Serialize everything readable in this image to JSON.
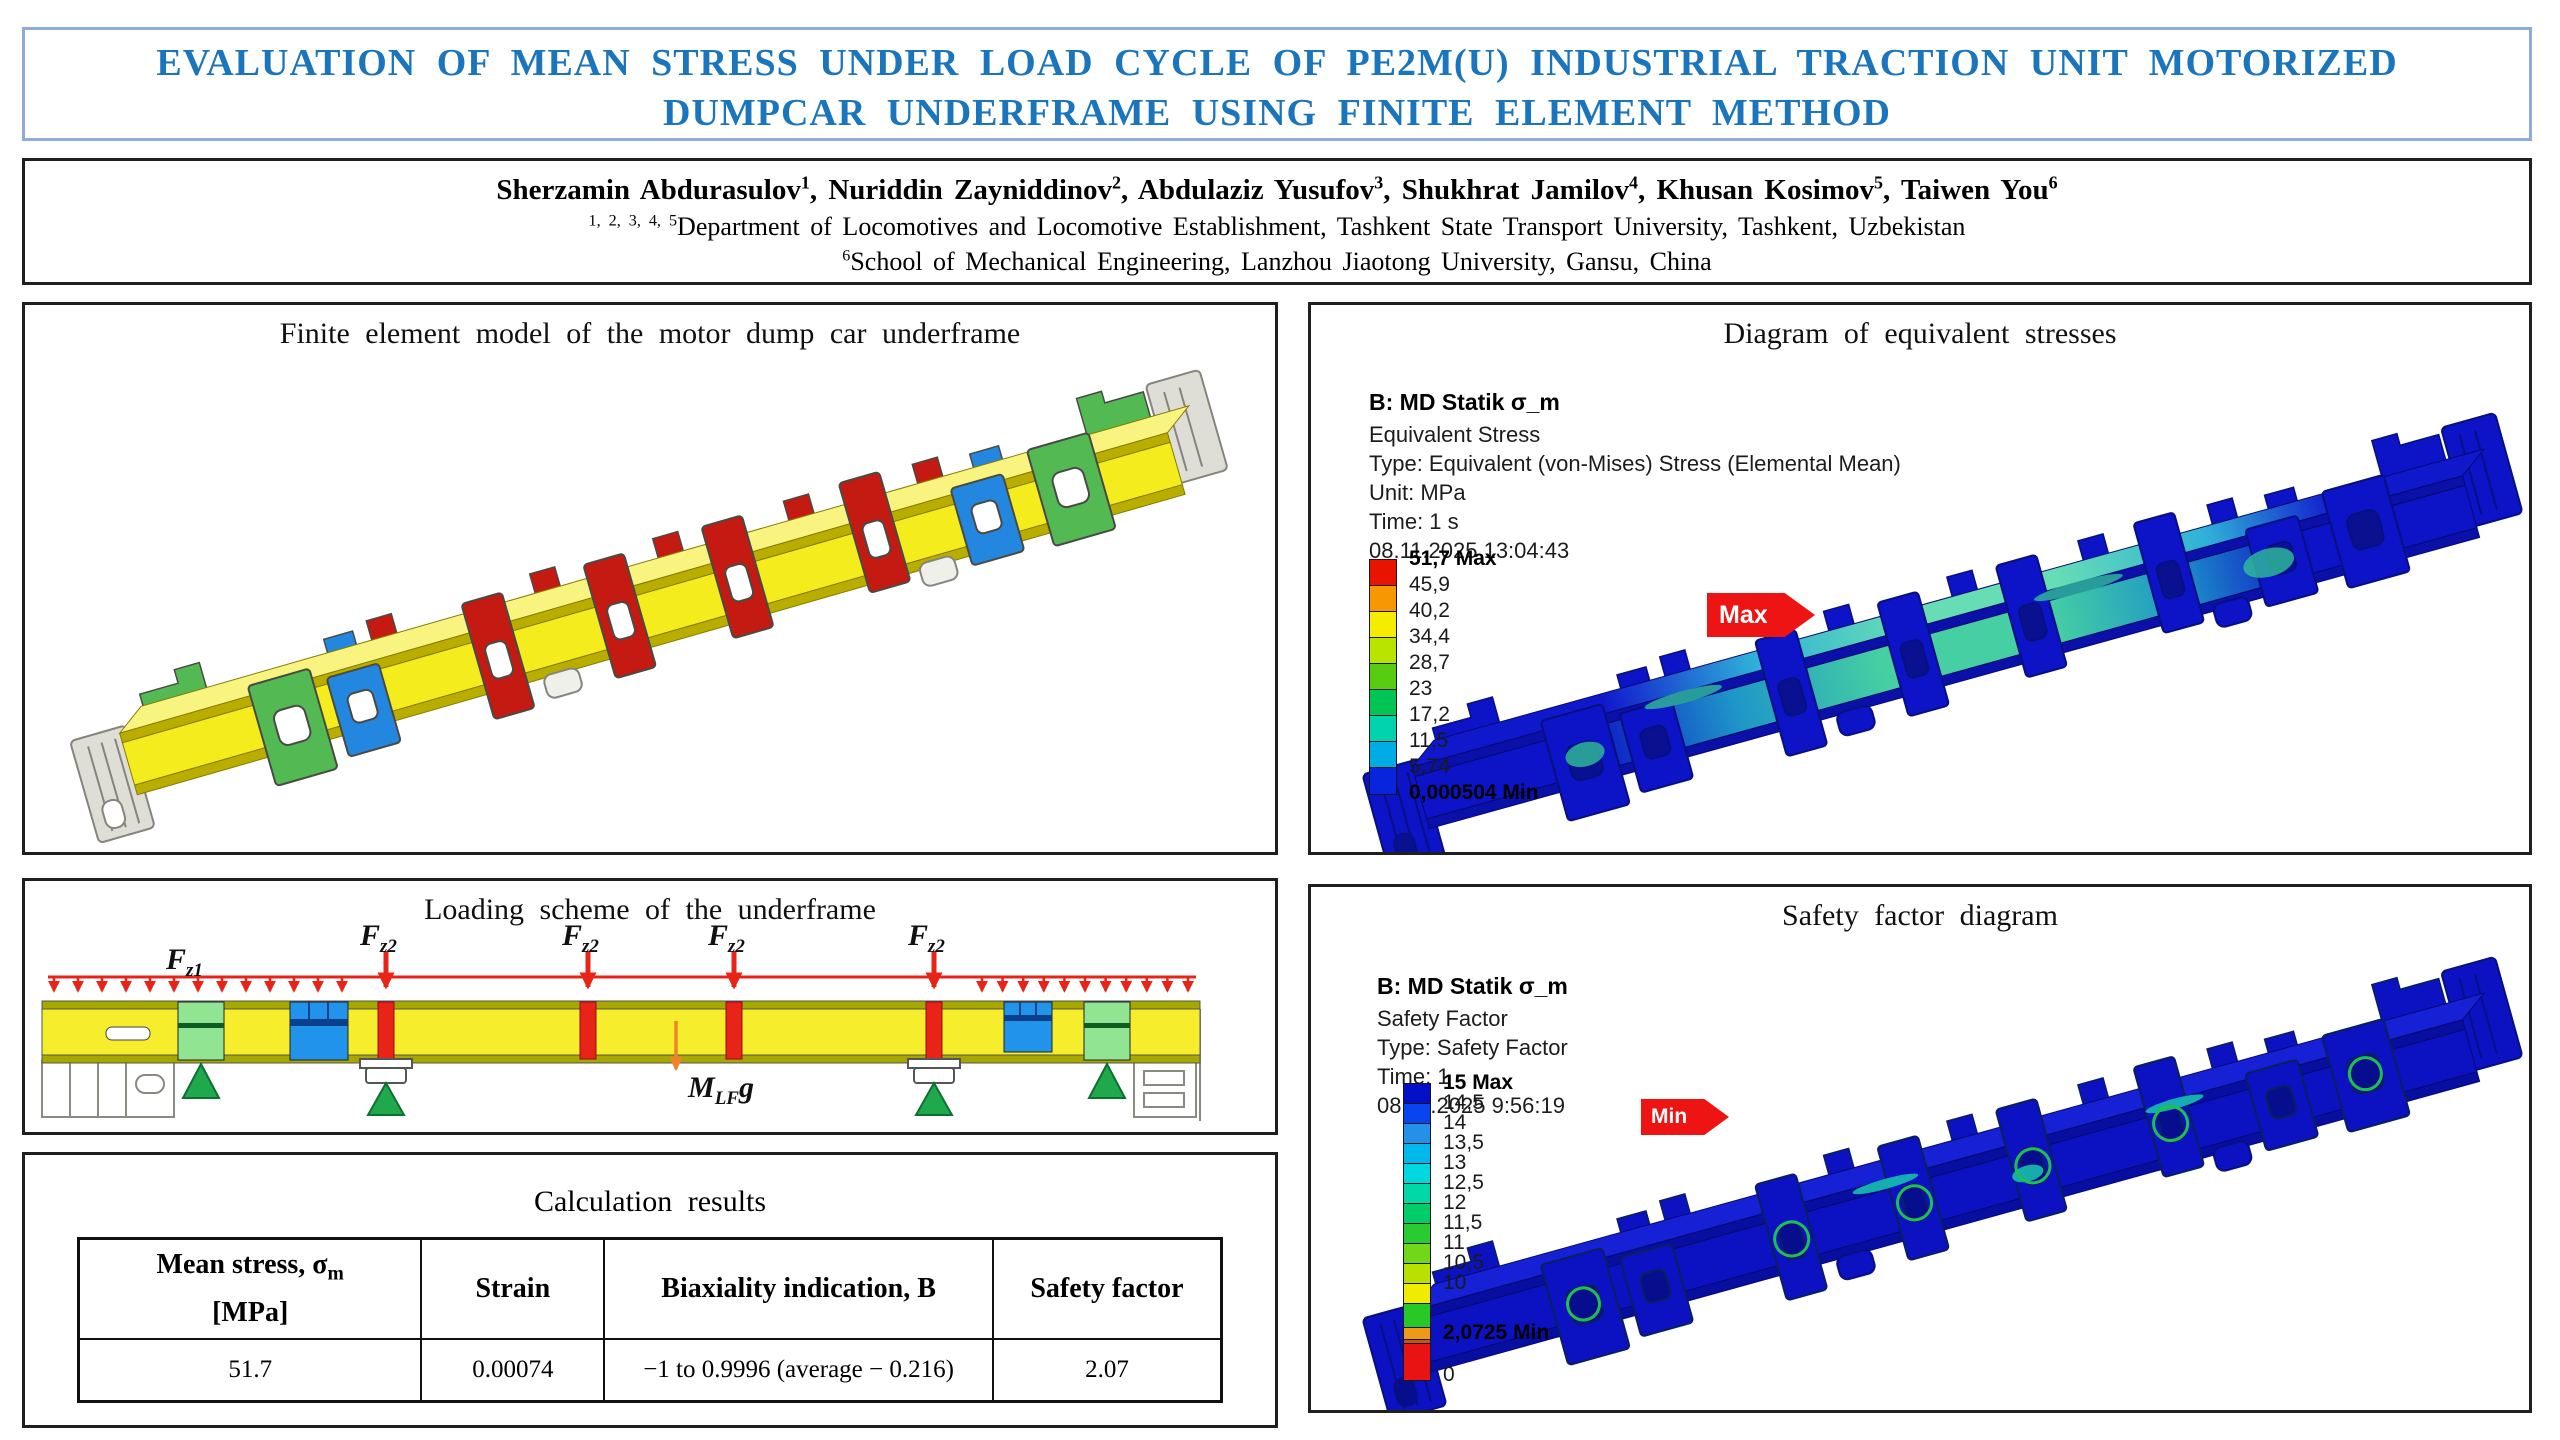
{
  "colors": {
    "title_text": "#1b75bc",
    "title_border": "#8faadc",
    "panel_border": "#1f1f1f",
    "beam_yellow": "#f6ee2c",
    "beam_edge": "#a6a800",
    "load_red": "#e82318",
    "support_green": "#1fa94c",
    "weight_orange": "#f08326",
    "block_green": "#90e492",
    "block_blue": "#2293ea",
    "tag_red": "#ee1414"
  },
  "header": {
    "title_line1": "EVALUATION OF MEAN STRESS UNDER LOAD CYCLE OF PE2M(U) INDUSTRIAL TRACTION UNIT MOTORIZED",
    "title_line2": "DUMPCAR UNDERFRAME USING FINITE ELEMENT METHOD"
  },
  "authors": {
    "sep": ", ",
    "list": [
      {
        "name": "Sherzamin Abdurasulov",
        "sup": "1"
      },
      {
        "name": "Nuriddin Zayniddinov",
        "sup": "2"
      },
      {
        "name": "Abdulaziz Yusufov",
        "sup": "3"
      },
      {
        "name": "Shukhrat Jamilov",
        "sup": "4"
      },
      {
        "name": "Khusan Kosimov",
        "sup": "5"
      },
      {
        "name": "Taiwen You",
        "sup": "6"
      }
    ],
    "aff1_sup": "1, 2, 3, 4, 5",
    "aff1": "Department of Locomotives and Locomotive Establishment, Tashkent State Transport University, Tashkent, Uzbekistan",
    "aff2_sup": "6",
    "aff2": "School of Mechanical Engineering, Lanzhou Jiaotong University, Gansu, China"
  },
  "fe_panel": {
    "title": "Finite element model of the motor dump car underframe"
  },
  "stress_panel": {
    "title": "Diagram of equivalent stresses",
    "info_title": "B: MD Statik σ_m",
    "info_lines": [
      "Equivalent Stress",
      "Type: Equivalent (von-Mises) Stress (Elemental Mean)",
      "Unit: MPa",
      "Time: 1 s",
      "08.11.2025 13:04:43"
    ],
    "legend_labels": [
      "51,7 Max",
      "45,9",
      "40,2",
      "34,4",
      "28,7",
      "23",
      "17,2",
      "11,5",
      "5,74",
      "0,000504 Min"
    ],
    "legend_colors": [
      "#e81400",
      "#f89800",
      "#f6ec00",
      "#b8e400",
      "#58cc10",
      "#00c454",
      "#00d4ac",
      "#00ace4",
      "#0824dc"
    ],
    "max_tag": "Max"
  },
  "loading_panel": {
    "title": "Loading scheme of the underframe",
    "fz1": {
      "base": "F",
      "sub": "z1"
    },
    "fz2": {
      "base": "F",
      "sub": "z2"
    },
    "weight": {
      "base": "M",
      "sub": "LF",
      "g": "g"
    }
  },
  "results_panel": {
    "title": "Calculation results",
    "headers": [
      {
        "line1": "Mean stress, σ",
        "sub": "m",
        "line2": "[MPa]"
      },
      {
        "line1": "Strain"
      },
      {
        "line1": "Biaxiality indication, B"
      },
      {
        "line1": "Safety factor"
      }
    ],
    "row": [
      "51.7",
      "0.00074",
      "−1 to 0.9996 (average − 0.216)",
      "2.07"
    ]
  },
  "safety_panel": {
    "title": "Safety factor diagram",
    "info_title": "B: MD Statik σ_m",
    "info_lines": [
      "Safety Factor",
      "Type: Safety Factor",
      "Time: 1",
      "08.11.2025 9:56:19"
    ],
    "legend_labels": [
      "15 Max",
      "14,5",
      "14",
      "13,5",
      "13",
      "12,5",
      "12",
      "11,5",
      "11",
      "10,5",
      "10",
      "2,0725 Min",
      "0"
    ],
    "legend_colors": [
      "#0410c8",
      "#0844f0",
      "#2490e8",
      "#00b8ec",
      "#00d8e0",
      "#00d8a8",
      "#00cc68",
      "#28cc30",
      "#70d818",
      "#b8e000",
      "#f0ec00",
      "#28c828",
      "#f09818",
      "#c05810",
      "#e81414"
    ],
    "min_tag": "Min"
  },
  "chart_data": [
    {
      "type": "heatmap",
      "title": "Diagram of equivalent stresses",
      "quantity": "Equivalent (von-Mises) Stress (Elemental Mean)",
      "unit": "MPa",
      "time": "1 s",
      "timestamp": "08.11.2025 13:04:43",
      "max": 51.7,
      "min": 0.000504,
      "legend_ticks": [
        51.7,
        45.9,
        40.2,
        34.4,
        28.7,
        23,
        17.2,
        11.5,
        5.74,
        0.000504
      ],
      "legend_position": "left",
      "annotation": "Max"
    },
    {
      "type": "heatmap",
      "title": "Safety factor diagram",
      "quantity": "Safety Factor",
      "time": "1",
      "timestamp": "08.11.2025 9:56:19",
      "max": 15,
      "min": 2.0725,
      "legend_ticks": [
        15,
        14.5,
        14,
        13.5,
        13,
        12.5,
        12,
        11.5,
        11,
        10.5,
        10,
        2.0725,
        0
      ],
      "legend_position": "left",
      "annotation": "Min"
    },
    {
      "type": "table",
      "title": "Calculation results",
      "headers": [
        "Mean stress, σm [MPa]",
        "Strain",
        "Biaxiality indication, B",
        "Safety factor"
      ],
      "rows": [
        [
          "51.7",
          "0.00074",
          "−1 to 0.9996 (average − 0.216)",
          "2.07"
        ]
      ]
    }
  ]
}
